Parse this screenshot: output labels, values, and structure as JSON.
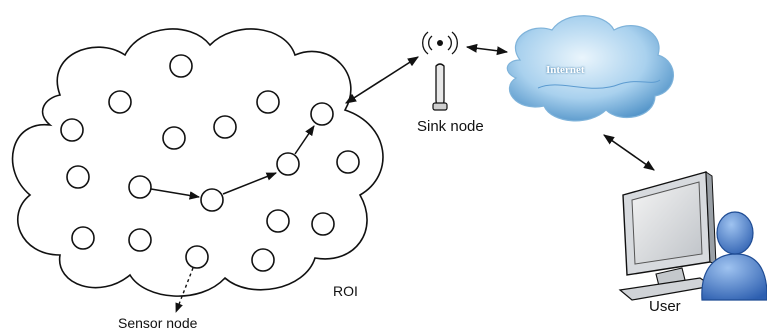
{
  "labels": {
    "roi": "ROI",
    "sensor_node": "Sensor node",
    "sink_node": "Sink node",
    "internet": "Internet",
    "user": "User"
  },
  "icons": [
    "cloud-icon",
    "antenna-icon",
    "computer-monitor-icon",
    "user-icon"
  ],
  "colors": {
    "line": "#111111",
    "cloud_light": "#cfe6f7",
    "cloud_dark": "#3f86c0",
    "user_blue": "#3e71c4"
  }
}
